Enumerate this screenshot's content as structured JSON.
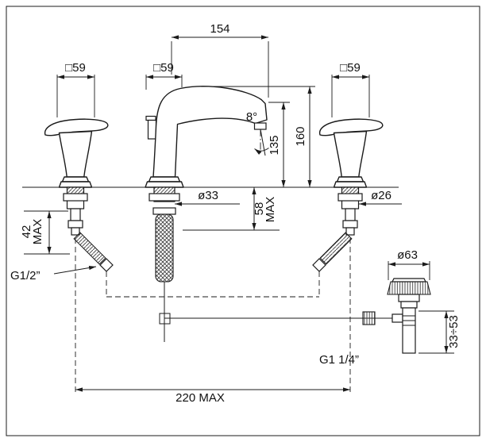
{
  "labels": {
    "spout_reach": "154",
    "square_left": "□59",
    "square_center": "□59",
    "square_right": "□59",
    "stream_angle": "8°",
    "outlet_height": "135",
    "total_height": "160",
    "center_dia": "ø33",
    "deck_max_center": {
      "value": "58",
      "suffix": "MAX"
    },
    "side_dia": "ø26",
    "deck_max_side": {
      "value": "42",
      "suffix": "MAX"
    },
    "supply_thread": "G1/2”",
    "waste_flange_dia": "ø63",
    "waste_adjust": "33÷53",
    "waste_thread": "G1 1/4”",
    "hose_reach_max": "220 MAX"
  }
}
